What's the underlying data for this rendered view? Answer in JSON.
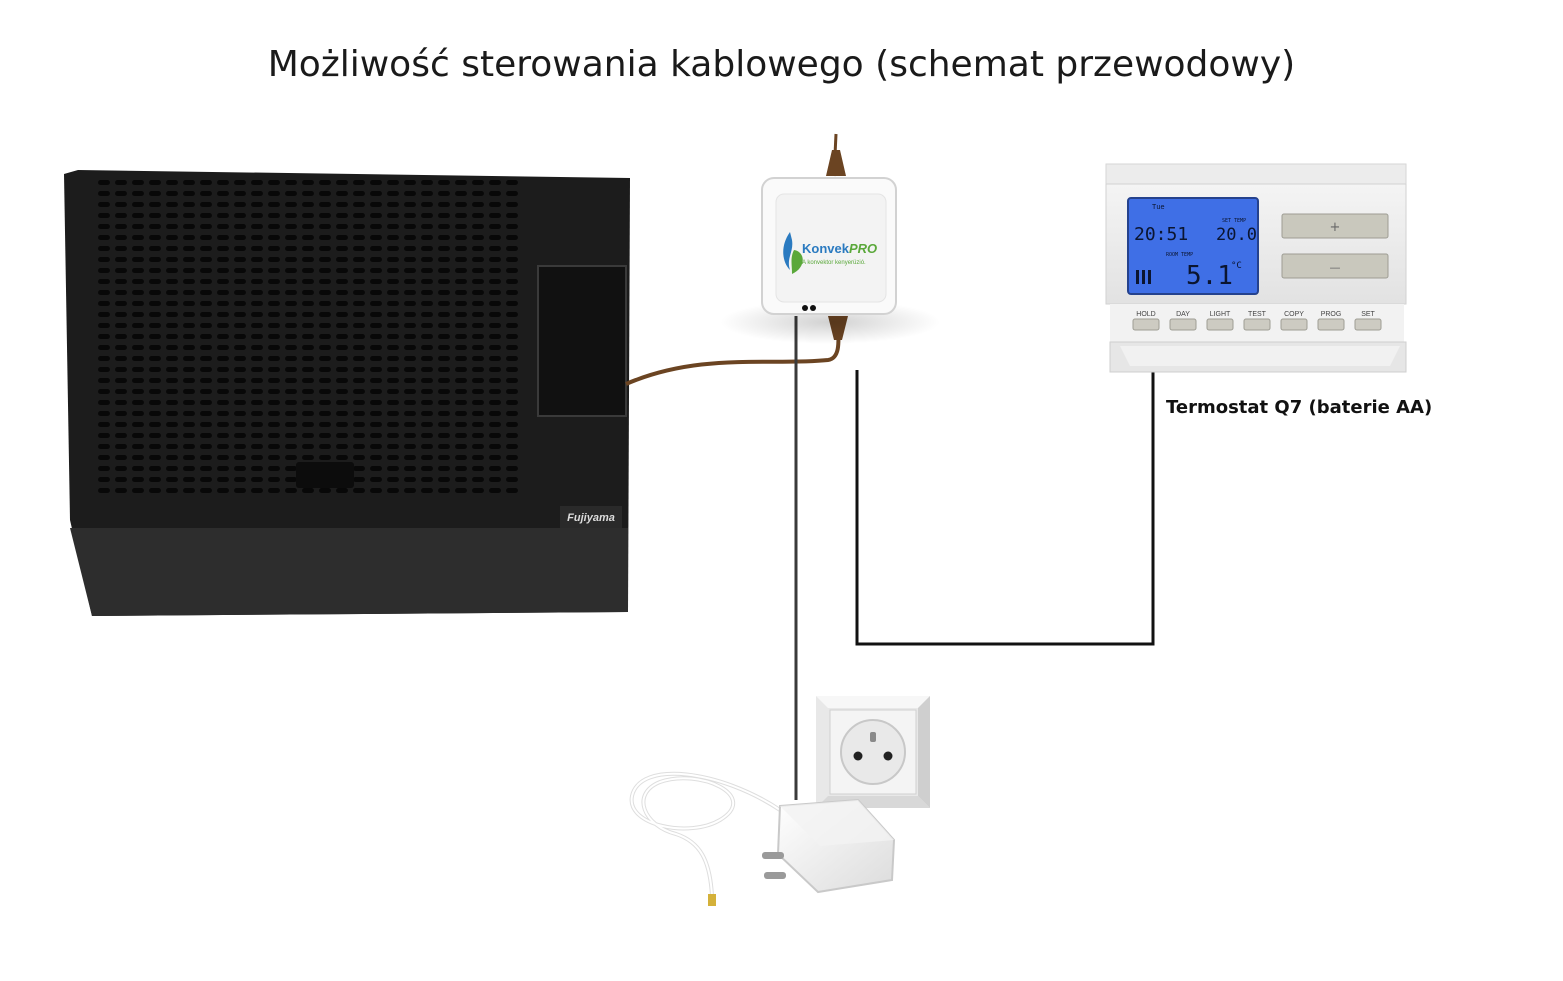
{
  "title": "Możliwość sterowania kablowego (schemat przewodowy)",
  "heater": {
    "brand": "Fujiyama"
  },
  "controller": {
    "brand_a": "Konvek",
    "brand_b": "PRO",
    "tagline": "A konvektor kenyerüzió."
  },
  "thermostat": {
    "caption": "Termostat Q7 (baterie AA)",
    "lcd": {
      "day": "Tue",
      "time": "20:51",
      "set_label": "SET TEMP",
      "set_temp": "20.0",
      "room_label": "ROOM TEMP",
      "room_temp": "5.1",
      "unit": "°C"
    },
    "keys": {
      "up": "+",
      "down": "—"
    },
    "buttons": [
      "HOLD",
      "DAY",
      "LIGHT",
      "TEST",
      "COPY",
      "PROG",
      "SET"
    ]
  },
  "colors": {
    "heater_body": "#1c1c1c",
    "heater_base": "#2d2d2d",
    "cable_brown": "#6b4422",
    "wire_black": "#111111",
    "lcd_blue": "#3f6fe6",
    "brand_blue": "#2a7ac0",
    "brand_green": "#5aa83a"
  }
}
